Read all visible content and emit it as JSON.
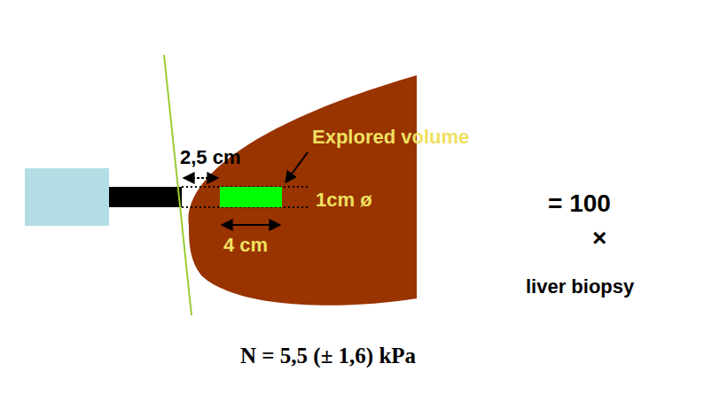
{
  "diagram": {
    "caption": "N = 5,5 (± 1,6) kPa",
    "labels": [
      "2,5 cm",
      "Explored volume",
      "1cm ø",
      "4 cm",
      "= 100",
      "×",
      "liver biopsy"
    ]
  }
}
